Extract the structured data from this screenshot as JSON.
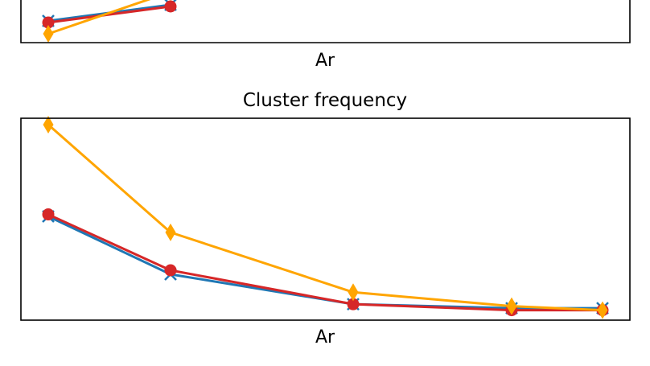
{
  "chart_data": [
    {
      "type": "line",
      "title": "",
      "xlabel": "Ar",
      "ylabel": "",
      "x": [
        1,
        2,
        3,
        4,
        5
      ],
      "grid": false,
      "legend": "none",
      "visible": "partial (cropped at top)",
      "series": [
        {
          "color": "#1f77b4",
          "marker": "x",
          "values": [
            0.1,
            0.6,
            null,
            null,
            null
          ]
        },
        {
          "color": "#d62728",
          "marker": "o",
          "values": [
            0.05,
            0.55,
            null,
            null,
            null
          ]
        },
        {
          "color": "#ffa500",
          "marker": "d",
          "values": [
            -0.3,
            1.0,
            null,
            null,
            null
          ]
        }
      ]
    },
    {
      "type": "line",
      "title": "Cluster frequency",
      "xlabel": "Ar",
      "ylabel": "",
      "x": [
        1,
        2,
        3,
        4,
        5
      ],
      "grid": false,
      "legend": "none",
      "series": [
        {
          "color": "#1f77b4",
          "marker": "x",
          "values": [
            0.52,
            0.23,
            0.08,
            0.06,
            0.06
          ]
        },
        {
          "color": "#d62728",
          "marker": "o",
          "values": [
            0.53,
            0.25,
            0.08,
            0.05,
            0.05
          ]
        },
        {
          "color": "#ffa500",
          "marker": "d",
          "values": [
            0.98,
            0.44,
            0.14,
            0.07,
            0.05
          ]
        }
      ]
    }
  ]
}
